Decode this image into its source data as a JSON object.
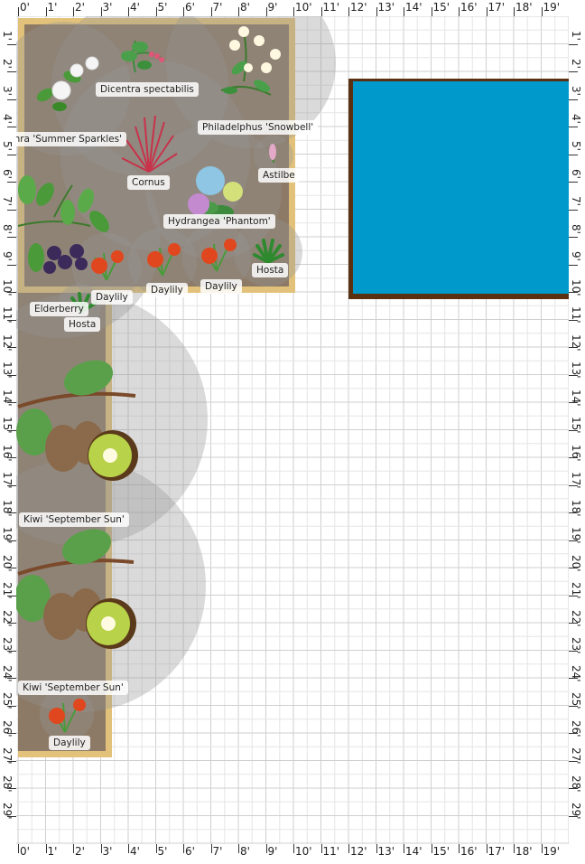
{
  "ruler": {
    "h_labels": [
      "0'",
      "1'",
      "2'",
      "3'",
      "4'",
      "5'",
      "6'",
      "7'",
      "8'",
      "9'",
      "10'",
      "11'",
      "12'",
      "13'",
      "14'",
      "15'",
      "16'",
      "17'",
      "18'",
      "19'"
    ],
    "v_labels": [
      "1'",
      "2'",
      "3'",
      "4'",
      "5'",
      "6'",
      "7'",
      "8'",
      "9'",
      "10'",
      "11'",
      "12'",
      "13'",
      "14'",
      "15'",
      "16'",
      "17'",
      "18'",
      "19'",
      "20'",
      "21'",
      "22'",
      "23'",
      "24'",
      "25'",
      "26'",
      "27'",
      "28'",
      "29'"
    ]
  },
  "colors": {
    "grid": "#d9d9d9",
    "bed_border": "#e2c27a",
    "bed_fill": "#8d7a66",
    "pool_fill": "#0099cc",
    "pool_border": "#5a3010"
  },
  "plants": [
    {
      "id": "dicentra",
      "label": "Dicentra spectabilis"
    },
    {
      "id": "philadelphus",
      "label": "Philadelphus 'Snowbell'"
    },
    {
      "id": "clethra",
      "label": "ethra 'Summer Sparkles'"
    },
    {
      "id": "astilbe",
      "label": "Astilbe"
    },
    {
      "id": "cornus",
      "label": "Cornus"
    },
    {
      "id": "hydrangea",
      "label": "Hydrangea 'Phantom'"
    },
    {
      "id": "hosta1",
      "label": "Hosta"
    },
    {
      "id": "daylily1",
      "label": "Daylily"
    },
    {
      "id": "daylily2",
      "label": "Daylily"
    },
    {
      "id": "daylily3",
      "label": "Daylily"
    },
    {
      "id": "elderberry",
      "label": "Elderberry"
    },
    {
      "id": "hosta2",
      "label": "Hosta"
    },
    {
      "id": "kiwi1",
      "label": "Kiwi 'September Sun'"
    },
    {
      "id": "kiwi2",
      "label": "Kiwi 'September Sun'"
    },
    {
      "id": "daylily4",
      "label": "Daylily"
    }
  ]
}
